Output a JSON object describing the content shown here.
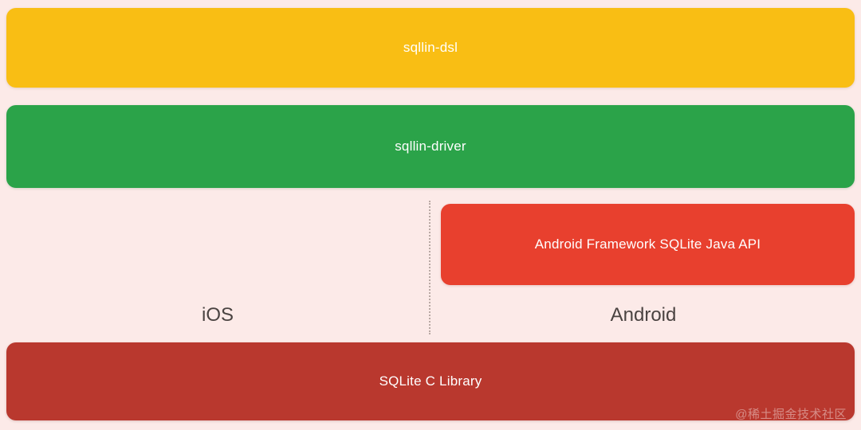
{
  "diagram": {
    "type": "layered-architecture",
    "background_color": "#FCEAE8",
    "layers": [
      {
        "id": "sqllin-dsl",
        "label": "sqllin-dsl",
        "color": "#F9BE14",
        "text_color": "#FFFFFF",
        "spans": "full-width"
      },
      {
        "id": "sqllin-driver",
        "label": "sqllin-driver",
        "color": "#2BA349",
        "text_color": "#FFFFFF",
        "spans": "full-width"
      },
      {
        "id": "android-framework-sqlite-java-api",
        "label": "Android Framework SQLite Java API",
        "color": "#E8402E",
        "text_color": "#FFFFFF",
        "spans": "android-only"
      },
      {
        "id": "sqlite-c-library",
        "label": "SQLite C Library",
        "color": "#B9382E",
        "text_color": "#FFFFFF",
        "spans": "full-width"
      }
    ],
    "platforms": [
      {
        "id": "ios",
        "label": "iOS",
        "text_color": "#4A4341"
      },
      {
        "id": "android",
        "label": "Android",
        "text_color": "#4A4341"
      }
    ],
    "divider": {
      "style": "dotted",
      "color": "#B9A9A4",
      "orientation": "vertical"
    },
    "watermark": {
      "text": "@稀土掘金技术社区",
      "color": "rgba(255,255,255,0.42)"
    }
  }
}
